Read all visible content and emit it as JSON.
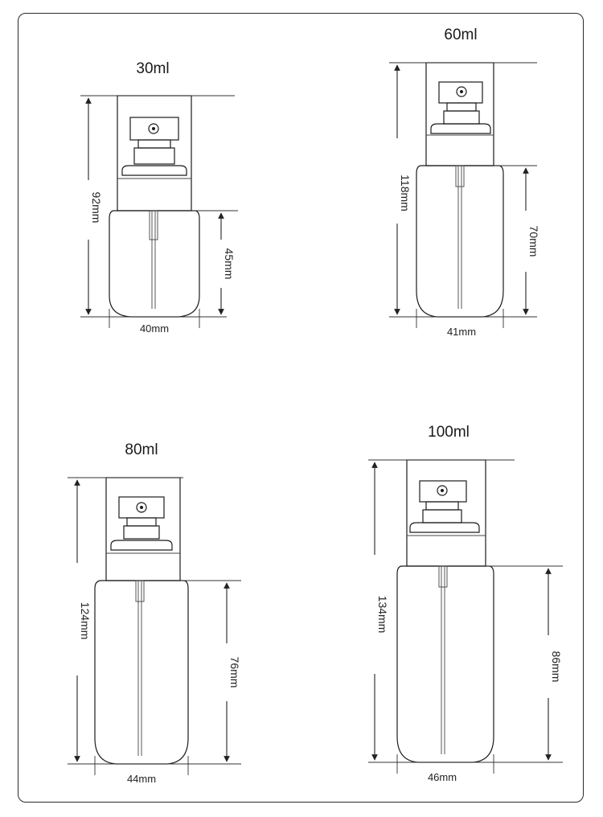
{
  "colors": {
    "line": "#1c1c1c",
    "background": "#ffffff"
  },
  "bottles": {
    "b30": {
      "capacity": "30ml",
      "height": "92mm",
      "body_height": "45mm",
      "width": "40mm"
    },
    "b60": {
      "capacity": "60ml",
      "height": "118mm",
      "body_height": "70mm",
      "width": "41mm"
    },
    "b80": {
      "capacity": "80ml",
      "height": "124mm",
      "body_height": "76mm",
      "width": "44mm"
    },
    "b100": {
      "capacity": "100ml",
      "height": "134mm",
      "body_height": "86mm",
      "width": "46mm"
    }
  }
}
